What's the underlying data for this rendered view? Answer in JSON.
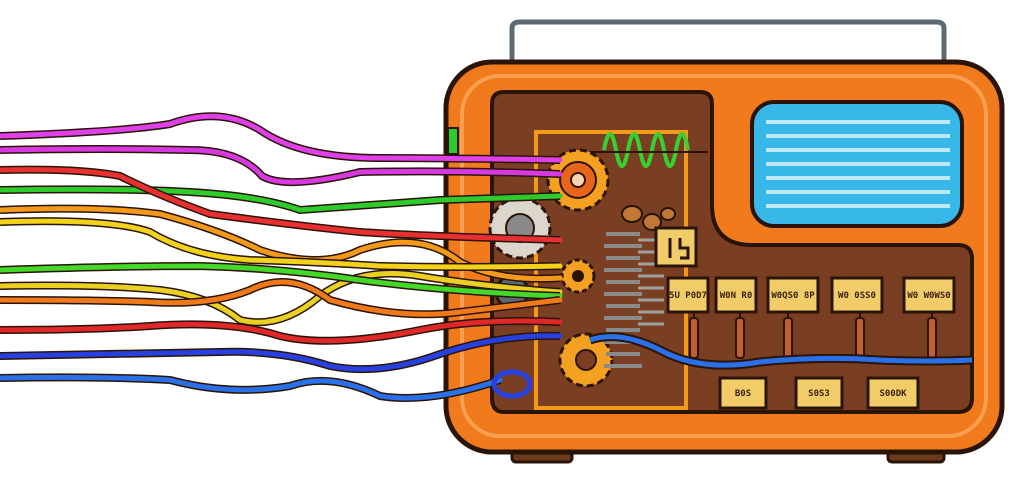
{
  "colors": {
    "background": "#ffffff",
    "radio_body": "#f07a1c",
    "radio_outline": "#2a1408",
    "radio_inner": "#7a3f22",
    "handle": "#5c6a74",
    "screen": "#38b8e8",
    "gear": "#f4a020",
    "component": "#f3cc6a",
    "spring": "#8a8a8a"
  },
  "wires": [
    {
      "name": "magenta",
      "color": "#e040e8"
    },
    {
      "name": "magenta-2",
      "color": "#d838e0"
    },
    {
      "name": "green",
      "color": "#2ecc2a"
    },
    {
      "name": "red",
      "color": "#e83030"
    },
    {
      "name": "orange",
      "color": "#f49a1a"
    },
    {
      "name": "yellow",
      "color": "#f2d21a"
    },
    {
      "name": "yellow-2",
      "color": "#ead020"
    },
    {
      "name": "green-2",
      "color": "#44d828"
    },
    {
      "name": "orange-2",
      "color": "#f07a1a"
    },
    {
      "name": "red-2",
      "color": "#e02828"
    },
    {
      "name": "blue",
      "color": "#2840e0"
    },
    {
      "name": "blue-2",
      "color": "#2a70e8"
    }
  ],
  "components": {
    "top_row": [
      "5U P0D7",
      "W0N R0",
      "W0QS0 8P",
      "W0 0SS0",
      "W0 W0WS0"
    ],
    "bottom_row": [
      "B0S",
      "S0S3",
      "S00DK"
    ]
  }
}
